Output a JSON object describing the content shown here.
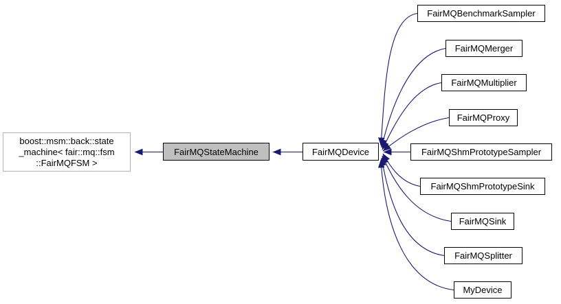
{
  "diagram": {
    "type": "inheritance-graph",
    "colors": {
      "arrow": "#191970",
      "current_node_fill": "#bfbfbf",
      "node_border": "#000000",
      "external_node_border": "#b4b4b4"
    },
    "nodes": {
      "base_template": {
        "label_lines": {
          "0": "boost::msm::back::state",
          "1": "_machine< fair::mq::fsm",
          "2": "::FairMQFSM >"
        }
      },
      "current": {
        "label": "FairMQStateMachine"
      },
      "device": {
        "label": "FairMQDevice"
      },
      "derived": [
        {
          "label": "FairMQBenchmarkSampler"
        },
        {
          "label": "FairMQMerger"
        },
        {
          "label": "FairMQMultiplier"
        },
        {
          "label": "FairMQProxy"
        },
        {
          "label": "FairMQShmPrototypeSampler"
        },
        {
          "label": "FairMQShmPrototypeSink"
        },
        {
          "label": "FairMQSink"
        },
        {
          "label": "FairMQSplitter"
        },
        {
          "label": "MyDevice"
        }
      ]
    }
  }
}
